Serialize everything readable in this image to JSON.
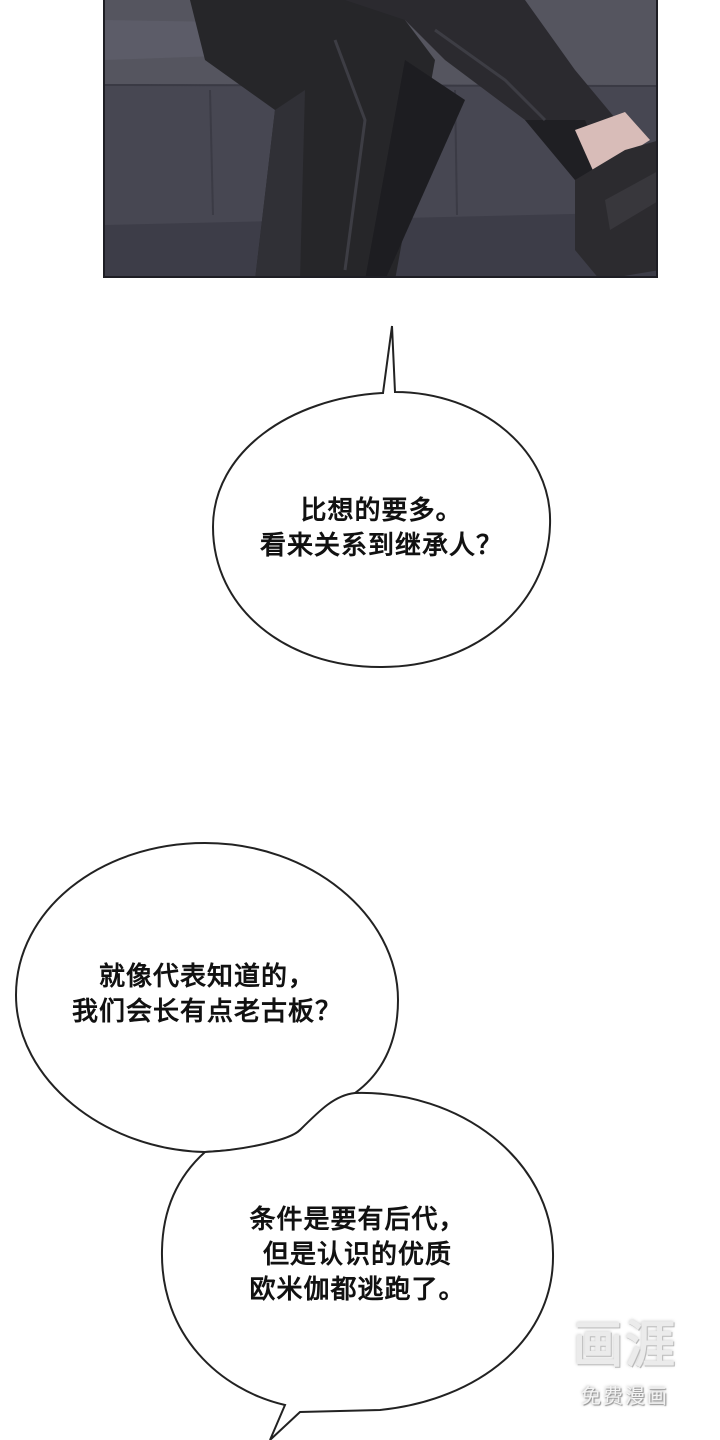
{
  "bubbles": [
    {
      "id": "bubble-1",
      "lines": [
        "比想的要多。",
        "看来关系到继承人？"
      ]
    },
    {
      "id": "bubble-2",
      "lines": [
        "就像代表知道的，",
        "我们会长有点老古板？"
      ]
    },
    {
      "id": "bubble-3",
      "lines": [
        "条件是要有后代，",
        "但是认识的优质",
        "欧米伽都逃跑了。"
      ]
    }
  ],
  "watermark": {
    "logo": "画涯",
    "subtitle": "免费漫画"
  },
  "colors": {
    "panel_bg": "#4a4a56",
    "suit": "#26262b",
    "bubble_stroke": "#222222"
  }
}
